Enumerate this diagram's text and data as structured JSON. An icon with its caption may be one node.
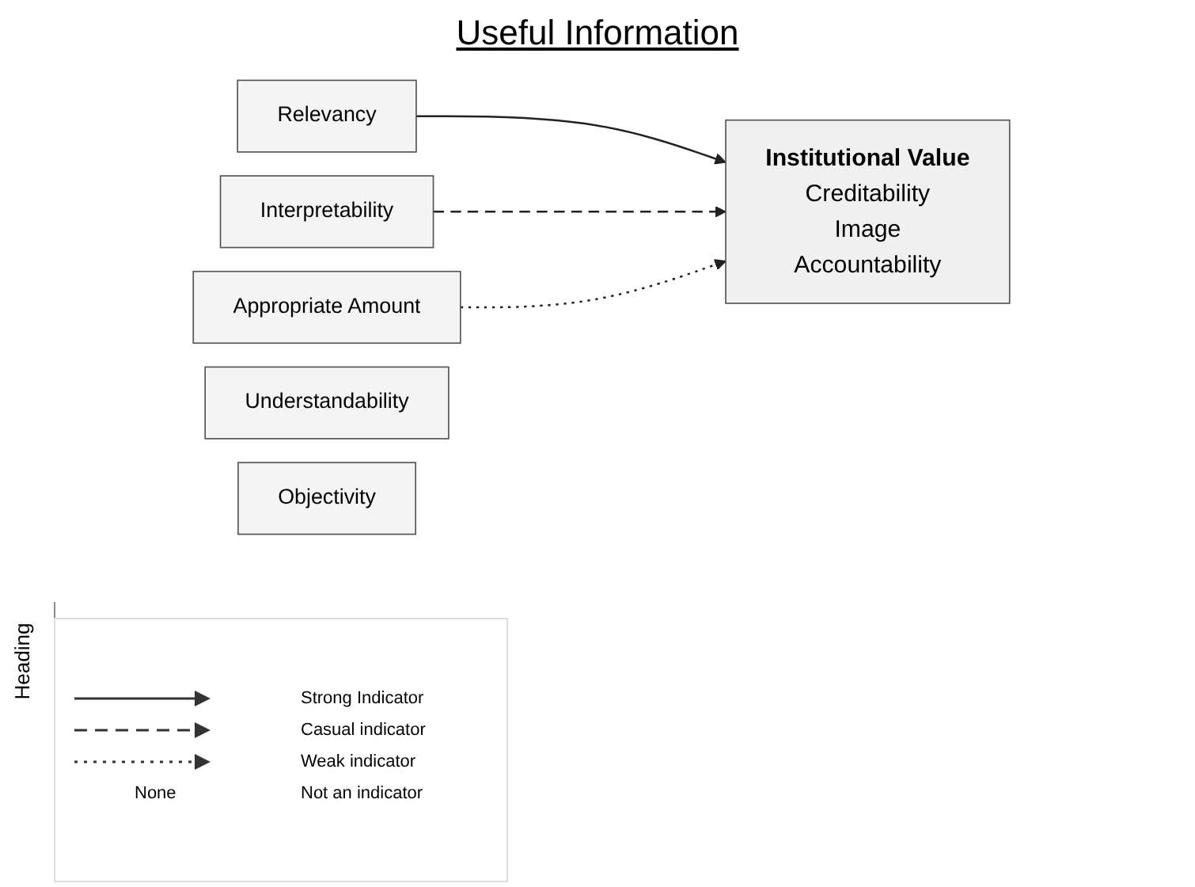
{
  "diagram": {
    "title": "Useful Information",
    "nodes": [
      {
        "text": [
          "Relevancy"
        ]
      },
      {
        "text": [
          "Interpretability"
        ]
      },
      {
        "text": [
          "Appropriate Amount"
        ]
      },
      {
        "text": [
          "Understandability"
        ]
      },
      {
        "text": [
          "Objectivity"
        ]
      },
      {
        "text": [
          "Institutional Value",
          "Creditability",
          "Image",
          "Accountability"
        ]
      }
    ],
    "edges": [
      {
        "from": 0,
        "to": 5,
        "arrow": "to"
      },
      {
        "from": 1,
        "to": 5,
        "arrow": "to",
        "style": "dashed"
      },
      {
        "from": 2,
        "to": 5,
        "arrow": "to",
        "style": "dashed"
      }
    ],
    "labels": [
      "Heading",
      "None"
    ],
    "legend": [
      {
        "text": "Strong Indicator"
      },
      {
        "text": "Casual indicator"
      },
      {
        "text": "Weak indicator"
      },
      {
        "text": "Not an indicator"
      }
    ]
  }
}
